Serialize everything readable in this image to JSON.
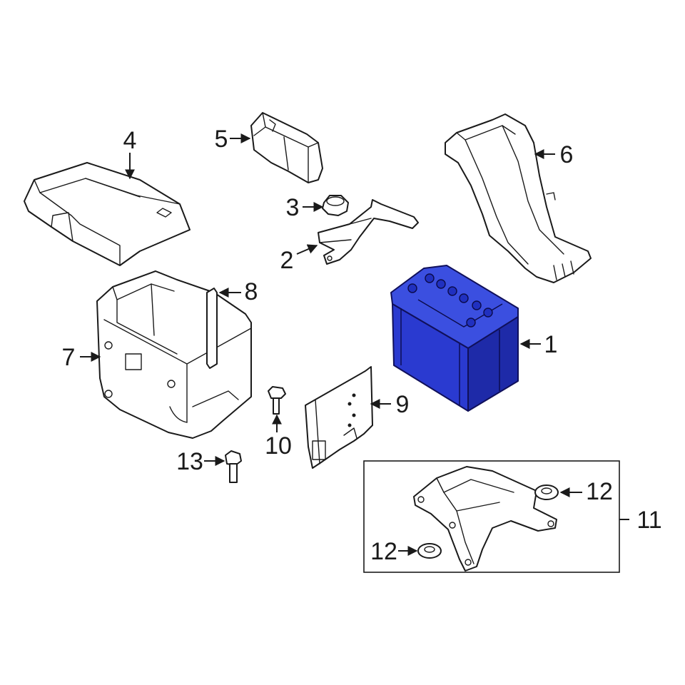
{
  "callouts": {
    "c1": "1",
    "c2": "2",
    "c3": "3",
    "c4": "4",
    "c5": "5",
    "c6": "6",
    "c7": "7",
    "c8": "8",
    "c9": "9",
    "c10": "10",
    "c11": "11",
    "c12a": "12",
    "c12b": "12",
    "c13": "13"
  },
  "colors": {
    "line": "#1a1a1a",
    "battery_fill": "#2a3ad0",
    "battery_side": "#1e2aa8",
    "battery_top": "#3b4fe0",
    "background": "#ffffff"
  }
}
